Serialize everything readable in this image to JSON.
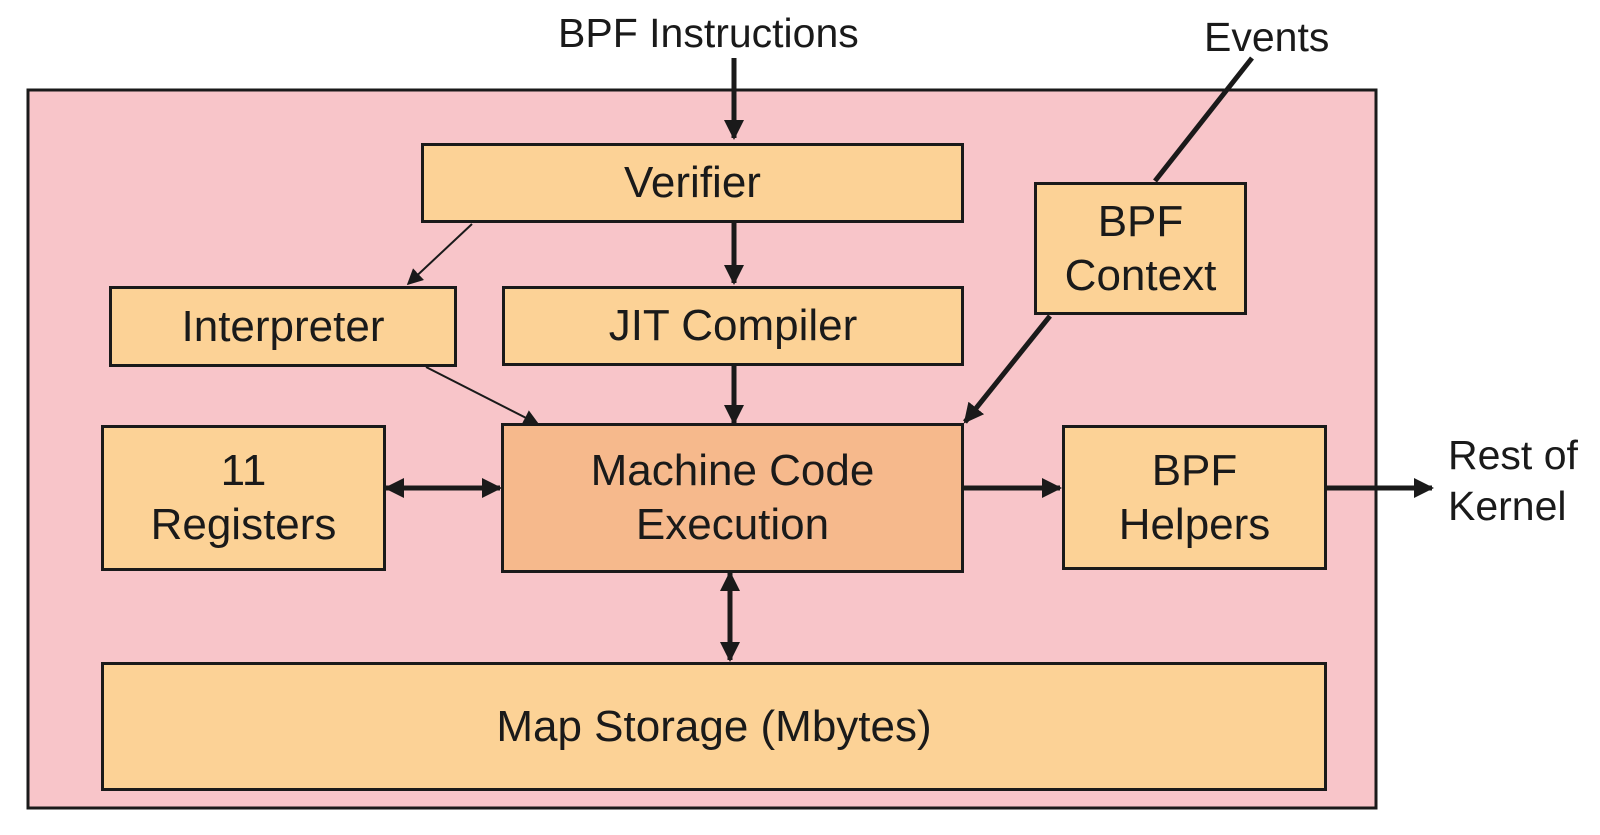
{
  "labels": {
    "bpf_instructions": "BPF Instructions",
    "events": "Events",
    "rest_of_kernel_line1": "Rest of",
    "rest_of_kernel_line2": "Kernel"
  },
  "blocks": {
    "verifier": "Verifier",
    "interpreter": "Interpreter",
    "jit_compiler": "JIT Compiler",
    "bpf_context_line1": "BPF",
    "bpf_context_line2": "Context",
    "registers_line1": "11",
    "registers_line2": "Registers",
    "machine_code_line1": "Machine Code",
    "machine_code_line2": "Execution",
    "bpf_helpers_line1": "BPF",
    "bpf_helpers_line2": "Helpers",
    "map_storage": "Map Storage (Mbytes)"
  },
  "colors": {
    "container_fill": "#f8c5c9",
    "block_fill": "#fcd296",
    "execution_fill": "#f6b98c",
    "stroke": "#1a1a1a"
  }
}
